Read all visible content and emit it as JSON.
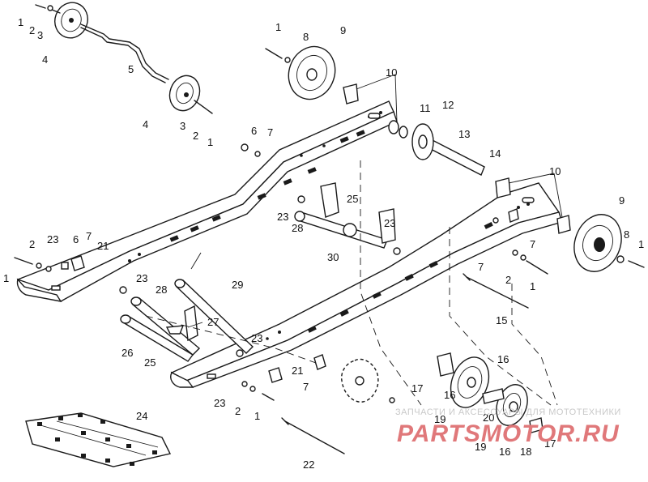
{
  "diagram": {
    "callouts": [
      "1",
      "2",
      "3",
      "4",
      "5",
      "6",
      "7",
      "8",
      "9",
      "10",
      "11",
      "12",
      "13",
      "14",
      "15",
      "16",
      "17",
      "18",
      "19",
      "20",
      "21",
      "22",
      "23",
      "24",
      "25",
      "26",
      "27",
      "28",
      "29",
      "30"
    ]
  },
  "watermark": {
    "caption": "ЗАПЧАСТИ И АКСЕССУАРЫ ДЛЯ МОТОТЕХНИКИ",
    "brand": "PARTSMOTOR.RU",
    "brand_color": "#e0787a"
  }
}
